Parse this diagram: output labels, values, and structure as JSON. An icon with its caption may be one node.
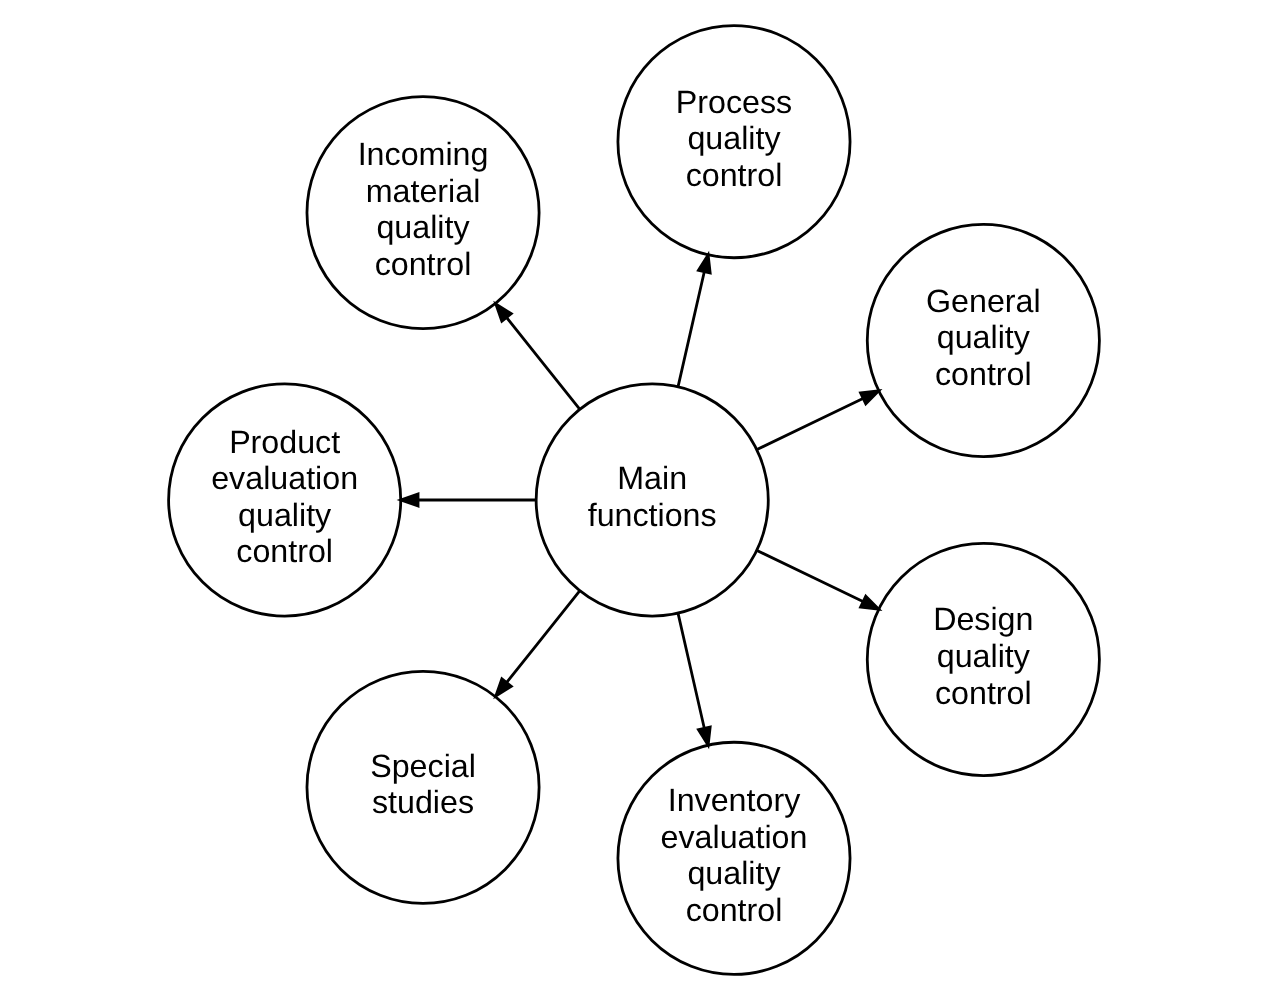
{
  "diagram": {
    "nodes": [
      {
        "text": [
          "General quality control"
        ]
      },
      {
        "text": [
          "Process quality control"
        ]
      },
      {
        "text": [
          "Incoming material quality control"
        ]
      },
      {
        "text": [
          "Product evaluation quality control"
        ]
      },
      {
        "text": [
          "Main functions"
        ]
      },
      {
        "text": [
          "Special studies"
        ]
      },
      {
        "text": [
          "Inventory evaluation quality control"
        ]
      },
      {
        "text": [
          "Design quality control"
        ]
      }
    ],
    "edges": [
      {
        "from": 4,
        "to": 0,
        "arrow": "to"
      },
      {
        "from": 4,
        "to": 1,
        "arrow": "to"
      },
      {
        "from": 4,
        "to": 2,
        "arrow": "to"
      },
      {
        "from": 4,
        "to": 3,
        "arrow": "to"
      },
      {
        "from": 4,
        "to": 5,
        "arrow": "to"
      },
      {
        "from": 4,
        "to": 6,
        "arrow": "to"
      },
      {
        "from": 4,
        "to": 7,
        "arrow": "to"
      }
    ]
  }
}
